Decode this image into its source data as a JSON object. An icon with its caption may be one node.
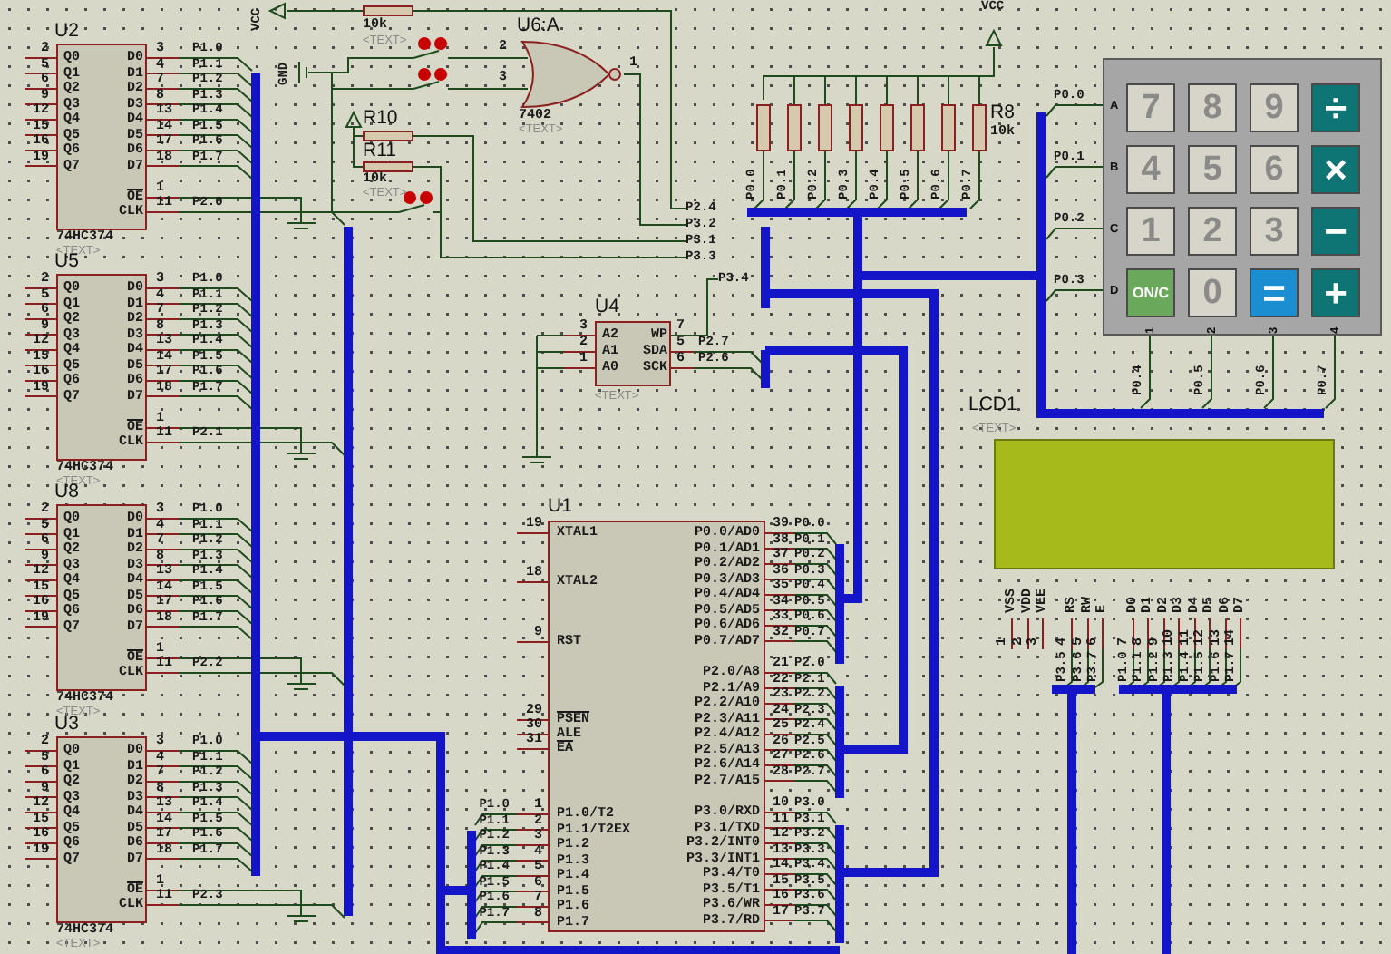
{
  "diagram": {
    "nodes": [
      {
        "text": [
          "U2",
          "Q0",
          "Q1",
          "Q2",
          "Q3",
          "Q4",
          "Q5",
          "Q6",
          "Q7",
          "D0",
          "D1",
          "D2",
          "D3",
          "D4",
          "D5",
          "D6",
          "D7",
          "OE",
          "CLK"
        ],
        "beside": [
          "74HC374",
          "<TEXT>",
          "2",
          "5",
          "6",
          "9",
          "12",
          "15",
          "16",
          "19",
          "3",
          "4",
          "7",
          "8",
          "13",
          "14",
          "17",
          "18",
          "1",
          "11",
          "P1.0",
          "P1.1",
          "P1.2",
          "P1.3",
          "P1.4",
          "P1.5",
          "P1.6",
          "P1.7",
          "P2.0"
        ]
      },
      {
        "text": [
          "U5",
          "Q0",
          "Q1",
          "Q2",
          "Q3",
          "Q4",
          "Q5",
          "Q6",
          "Q7",
          "D0",
          "D1",
          "D2",
          "D3",
          "D4",
          "D5",
          "D6",
          "D7",
          "OE",
          "CLK"
        ],
        "beside": [
          "74HC374",
          "<TEXT>",
          "2",
          "5",
          "6",
          "9",
          "12",
          "15",
          "16",
          "19",
          "3",
          "4",
          "7",
          "8",
          "13",
          "14",
          "17",
          "18",
          "1",
          "11",
          "P1.0",
          "P1.1",
          "P1.2",
          "P1.3",
          "P1.4",
          "P1.5",
          "P1.6",
          "P1.7",
          "P2.1"
        ]
      },
      {
        "text": [
          "U8",
          "Q0",
          "Q1",
          "Q2",
          "Q3",
          "Q4",
          "Q5",
          "Q6",
          "Q7",
          "D0",
          "D1",
          "D2",
          "D3",
          "D4",
          "D5",
          "D6",
          "D7",
          "OE",
          "CLK"
        ],
        "beside": [
          "74HC374",
          "<TEXT>",
          "2",
          "5",
          "6",
          "9",
          "12",
          "15",
          "16",
          "19",
          "3",
          "4",
          "7",
          "8",
          "13",
          "14",
          "17",
          "18",
          "1",
          "11",
          "P1.0",
          "P1.1",
          "P1.2",
          "P1.3",
          "P1.4",
          "P1.5",
          "P1.6",
          "P1.7",
          "P2.2"
        ]
      },
      {
        "text": [
          "U3",
          "Q0",
          "Q1",
          "Q2",
          "Q3",
          "Q4",
          "Q5",
          "Q6",
          "Q7",
          "D0",
          "D1",
          "D2",
          "D3",
          "D4",
          "D5",
          "D6",
          "D7",
          "OE",
          "CLK"
        ],
        "beside": [
          "74HC374",
          "<TEXT>",
          "2",
          "5",
          "6",
          "9",
          "12",
          "15",
          "16",
          "19",
          "3",
          "4",
          "7",
          "8",
          "13",
          "14",
          "17",
          "18",
          "1",
          "11",
          "P1.0",
          "P1.1",
          "P1.2",
          "P1.3",
          "P1.4",
          "P1.5",
          "P1.6",
          "P1.7",
          "P2.3"
        ]
      },
      {
        "text": [
          "10k",
          "<TEXT>"
        ]
      },
      {
        "text": [
          "R10"
        ]
      },
      {
        "text": [
          "R11",
          "10k",
          "<TEXT>"
        ]
      },
      {
        "text": [
          "U6:A"
        ],
        "beside": [
          "7402",
          "<TEXT>",
          "2",
          "3",
          "1"
        ]
      },
      {
        "text": [
          "U4",
          "A2",
          "A1",
          "A0",
          "WP",
          "SDA",
          "SCK"
        ],
        "beside": [
          "<TEXT>",
          "3",
          "2",
          "1",
          "7",
          "5",
          "6",
          "P2.7",
          "P2.6"
        ]
      },
      {
        "text": [
          "R8",
          "10k"
        ],
        "beside": [
          "P0.0",
          "P0.1",
          "P0.2",
          "P0.3",
          "P0.4",
          "P0.5",
          "P0.6",
          "P0.7"
        ]
      },
      {
        "text": [
          "A",
          "B",
          "C",
          "D",
          "1",
          "2",
          "3",
          "4"
        ],
        "beside": [
          "P0.0",
          "P0.1",
          "P0.2",
          "P0.3",
          "P0.4",
          "P0.5",
          "P0.6",
          "P0.7"
        ]
      },
      {
        "text": [
          "7"
        ],
        "in": 10
      },
      {
        "text": [
          "8"
        ],
        "in": 10
      },
      {
        "text": [
          "9"
        ],
        "in": 10
      },
      {
        "text": [
          "÷"
        ],
        "in": 10
      },
      {
        "text": [
          "4"
        ],
        "in": 10
      },
      {
        "text": [
          "5"
        ],
        "in": 10
      },
      {
        "text": [
          "6"
        ],
        "in": 10
      },
      {
        "text": [
          "×"
        ],
        "in": 10
      },
      {
        "text": [
          "1"
        ],
        "in": 10
      },
      {
        "text": [
          "2"
        ],
        "in": 10
      },
      {
        "text": [
          "3"
        ],
        "in": 10
      },
      {
        "text": [
          "−"
        ],
        "in": 10
      },
      {
        "text": [
          "ON/C"
        ],
        "in": 10
      },
      {
        "text": [
          "0"
        ],
        "in": 10
      },
      {
        "text": [
          "="
        ],
        "in": 10
      },
      {
        "text": [
          "+"
        ],
        "in": 10
      },
      {
        "text": [
          "LCD1"
        ],
        "beside": [
          "<TEXT>",
          "VSS",
          "VDD",
          "VEE",
          "RS",
          "RW",
          "E",
          "D0",
          "D1",
          "D2",
          "D3",
          "D4",
          "D5",
          "D6",
          "D7",
          "1",
          "2",
          "3",
          "4",
          "5",
          "6",
          "7",
          "8",
          "9",
          "10",
          "11",
          "12",
          "13",
          "14",
          "P3.5",
          "P3.6",
          "P3.7",
          "P1.0",
          "P1.1",
          "P1.2",
          "P1.3",
          "P1.4",
          "P1.5",
          "P1.6",
          "P1.7"
        ]
      },
      {
        "text": [
          "U1",
          "XTAL1",
          "XTAL2",
          "RST",
          "PSEN",
          "ALE",
          "EA",
          "P1.0/T2",
          "P1.1/T2EX",
          "P1.2",
          "P1.3",
          "P1.4",
          "P1.5",
          "P1.6",
          "P1.7",
          "P0.0/AD0",
          "P0.1/AD1",
          "P0.2/AD2",
          "P0.3/AD3",
          "P0.4/AD4",
          "P0.5/AD5",
          "P0.6/AD6",
          "P0.7/AD7",
          "P2.0/A8",
          "P2.1/A9",
          "P2.2/A10",
          "P2.3/A11",
          "P2.4/A12",
          "P2.5/A13",
          "P2.6/A14",
          "P2.7/A15",
          "P3.0/RXD",
          "P3.1/TXD",
          "P3.2/INT0",
          "P3.3/INT1",
          "P3.4/T0",
          "P3.5/T1",
          "P3.6/WR",
          "P3.7/RD"
        ],
        "beside": [
          "19",
          "18",
          "9",
          "29",
          "30",
          "31",
          "1",
          "2",
          "3",
          "4",
          "5",
          "6",
          "7",
          "8",
          "39",
          "38",
          "37",
          "36",
          "35",
          "34",
          "33",
          "32",
          "21",
          "22",
          "23",
          "24",
          "25",
          "26",
          "27",
          "28",
          "10",
          "11",
          "12",
          "13",
          "14",
          "15",
          "16",
          "17",
          "P0.0",
          "P0.1",
          "P0.2",
          "P0.3",
          "P0.4",
          "P0.5",
          "P0.6",
          "P0.7",
          "P2.0",
          "P2.1",
          "P2.2",
          "P2.3",
          "P2.4",
          "P2.5",
          "P2.6",
          "P2.7",
          "P3.0",
          "P3.1",
          "P3.2",
          "P3.3",
          "P3.4",
          "P3.5",
          "P3.6",
          "P3.7",
          "P1.0",
          "P1.1",
          "P1.2",
          "P1.3",
          "P1.4",
          "P1.5",
          "P1.6",
          "P1.7"
        ]
      },
      {
        "text": [
          "VCC"
        ]
      },
      {
        "text": [
          "GND"
        ]
      },
      {
        "text": [],
        "shape": "triangle"
      },
      {
        "text": [
          "VCC"
        ]
      },
      {
        "text": [],
        "shape": "switch"
      },
      {
        "text": [],
        "shape": "switch"
      },
      {
        "text": [],
        "shape": "switch"
      },
      {
        "text": [
          "P2.4"
        ]
      },
      {
        "text": [
          "P3.2"
        ]
      },
      {
        "text": [
          "P3.1"
        ]
      },
      {
        "text": [
          "P3.3"
        ]
      },
      {
        "text": [
          "P3.4"
        ]
      }
    ],
    "edges": [
      {
        "from": 29,
        "to": 4,
        "arrow": "none"
      },
      {
        "from": 31,
        "to": 5,
        "arrow": "none"
      },
      {
        "from": 31,
        "to": 6,
        "arrow": "none"
      },
      {
        "from": 32,
        "to": 9,
        "arrow": "none"
      },
      {
        "from": 30,
        "to": 33,
        "arrow": "none"
      },
      {
        "from": 30,
        "to": 34,
        "arrow": "none"
      },
      {
        "from": 30,
        "to": 35,
        "arrow": "none"
      },
      {
        "from": 33,
        "to": 7,
        "arrow": "none"
      },
      {
        "from": 34,
        "to": 7,
        "arrow": "none"
      },
      {
        "from": 4,
        "to": 36,
        "arrow": "none"
      },
      {
        "from": 7,
        "to": 37,
        "arrow": "none"
      },
      {
        "from": 5,
        "to": 38,
        "arrow": "none"
      },
      {
        "from": 6,
        "to": 39,
        "arrow": "none"
      },
      {
        "from": 35,
        "to": 6,
        "arrow": "none"
      },
      {
        "from": 35,
        "to": 39,
        "arrow": "none"
      },
      {
        "from": 8,
        "to": 40,
        "arrow": "none"
      }
    ]
  }
}
